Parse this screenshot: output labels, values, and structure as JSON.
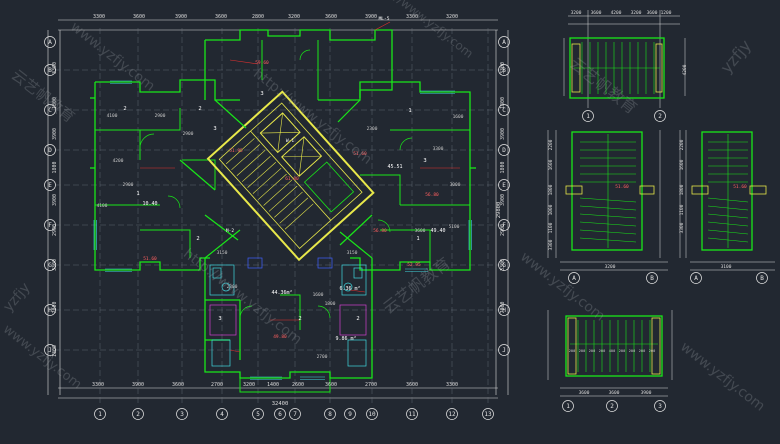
{
  "colors": {
    "background": "#222831",
    "wall": "#19e619",
    "dim": "#dcdcdc",
    "grid": "#e6e6e6",
    "core": "#e8e84a",
    "red": "#e03030",
    "cyan": "#40d8e0",
    "magenta": "#d040d0",
    "blue": "#4060ff",
    "watermark": "#9aa0a6"
  },
  "main_plan": {
    "top_dims": [
      "3300",
      "3600",
      "3900",
      "3600",
      "2800",
      "3200",
      "3600",
      "3900",
      "3300",
      "3200"
    ],
    "bottom_dims": [
      "3300",
      "3900",
      "3600",
      "2700",
      "3200",
      "1400",
      "2600",
      "3600",
      "2700",
      "3600",
      "3300"
    ],
    "bottom_total": "32400",
    "left_dims": [
      "3300",
      "1800",
      "3900",
      "1800",
      "3900",
      "2900",
      "3300",
      "7000",
      "1300"
    ],
    "right_dims": [
      "3300",
      "1800",
      "3900",
      "1800",
      "3900",
      "2900",
      "3300",
      "7000"
    ],
    "right_total": "29800",
    "room_dims": [
      "4100",
      "2900",
      "2900",
      "4200",
      "2900",
      "2300",
      "3150",
      "3150",
      "2300",
      "1600",
      "1800",
      "3600",
      "1600",
      "3300",
      "3000",
      "2700",
      "4100",
      "5100"
    ],
    "areas": [
      "44.36m²",
      "6.36 m²",
      "9.86 m²",
      "10.40",
      "45.51",
      "49.40"
    ],
    "elevations": [
      "59.60",
      "51.95",
      "51.60",
      "49.80",
      "51.60",
      "56.80",
      "52.95",
      "56.80",
      "61.00"
    ],
    "room_numbers": [
      "2",
      "3",
      "2",
      "1",
      "2",
      "3",
      "1",
      "3",
      "1",
      "2",
      "3",
      "2"
    ],
    "tags": [
      "ML-5",
      "W-1",
      "M-2"
    ],
    "bottom_grid": [
      "1",
      "2",
      "3",
      "4",
      "5",
      "6",
      "7",
      "8",
      "9",
      "10",
      "11",
      "12",
      "13"
    ],
    "left_grid": [
      "A",
      "B",
      "C",
      "D",
      "E",
      "F",
      "G",
      "H",
      "J"
    ],
    "right_grid": [
      "A",
      "B",
      "C",
      "D",
      "E",
      "F",
      "G",
      "H",
      "J"
    ]
  },
  "details": {
    "d1": {
      "dims": [
        "3200",
        "3600",
        "4200",
        "3200",
        "3600",
        "1200"
      ],
      "grid": [
        "1",
        "2"
      ]
    },
    "d2": {
      "dims": [
        "2200",
        "1600",
        "1800",
        "1000",
        "1100",
        "3300",
        "3200"
      ],
      "elev": "51.60",
      "grid": [
        "A",
        "B"
      ]
    },
    "d3": {
      "dims": [
        "2200",
        "1600",
        "1800",
        "1100",
        "3300",
        "3100"
      ],
      "elev": "51.60",
      "grid": [
        "A",
        "B"
      ]
    },
    "d4": {
      "dims": [
        "3600",
        "3600",
        "3900"
      ],
      "labels": [
        "200",
        "200",
        "200",
        "200",
        "400",
        "200",
        "200",
        "200",
        "200"
      ],
      "grid": [
        "1",
        "2",
        "3"
      ]
    }
  },
  "watermarks": [
    "www.yzfjy.com",
    "http://www.yzfjy.com",
    "云艺帆教育",
    "yzfjy"
  ]
}
